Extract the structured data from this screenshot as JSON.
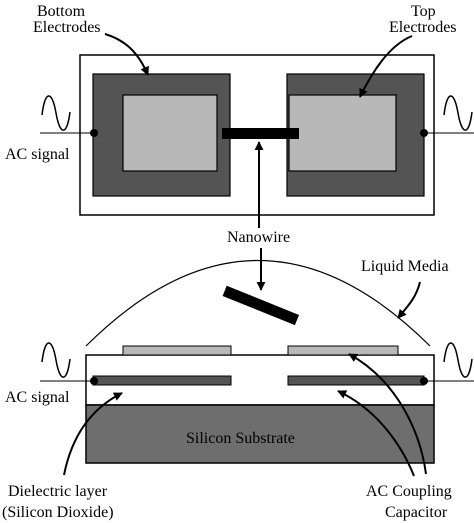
{
  "labels": {
    "bottom_electrodes_1": "Bottom",
    "bottom_electrodes_2": "Electrodes",
    "top_electrodes_1": "Top",
    "top_electrodes_2": "Electrodes",
    "ac_signal_top": "AC signal",
    "nanowire": "Nanowire",
    "liquid_media": "Liquid Media",
    "ac_signal_bottom": "AC signal",
    "silicon_substrate": "Silicon Substrate",
    "dielectric_1": "Dielectric layer",
    "dielectric_2": "(Silicon Dioxide)",
    "ac_coupling_1": "AC Coupling",
    "ac_coupling_2": "Capacitor"
  },
  "colors": {
    "outline": "#000000",
    "dark_electrode": "#545454",
    "light_electrode": "#b8b8b8",
    "substrate": "#6e6e6e",
    "background": "#ffffff"
  },
  "icons": [
    "sine-wave-icon",
    "arrow-icon"
  ]
}
